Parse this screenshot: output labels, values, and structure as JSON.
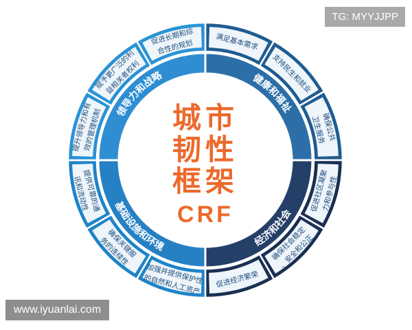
{
  "diagram": {
    "center_title_lines": [
      "城市",
      "韧性",
      "框架"
    ],
    "center_subtitle": "CRF",
    "quadrants": [
      {
        "label": "健康和福祉",
        "color": "#1f5c8f",
        "segments": [
          "满足基本需求",
          "支持民生和就业",
          "确保公共卫生服务"
        ]
      },
      {
        "label": "经济和社会",
        "color": "#1a2f52",
        "segments": [
          "促进社区凝聚力和参与性",
          "确保社会稳定、安全和公正",
          "促进经济繁荣"
        ]
      },
      {
        "label": "基础设施和环境",
        "color": "#1e84c8",
        "segments": [
          "加强并提供保护性的自然和人工资产",
          "确保关键服务的连续性",
          "提供可靠的通讯和流动性"
        ]
      },
      {
        "label": "领导力和战略",
        "color": "#2a93d5",
        "segments": [
          "提升领导力和有效的管理机制",
          "赋予更广泛的利益相关者权利",
          "促进长期和综合性的规划"
        ]
      }
    ],
    "colors": {
      "center_text": "#ec6a2c",
      "inner_ring_fill": "#3d88c4",
      "inner_ring_light": "#e7f1f9",
      "separator": "#ffffff"
    }
  },
  "watermarks": {
    "top_right": "TG: MYYJJPP",
    "bottom_left": "www.iyuanlai.com"
  }
}
